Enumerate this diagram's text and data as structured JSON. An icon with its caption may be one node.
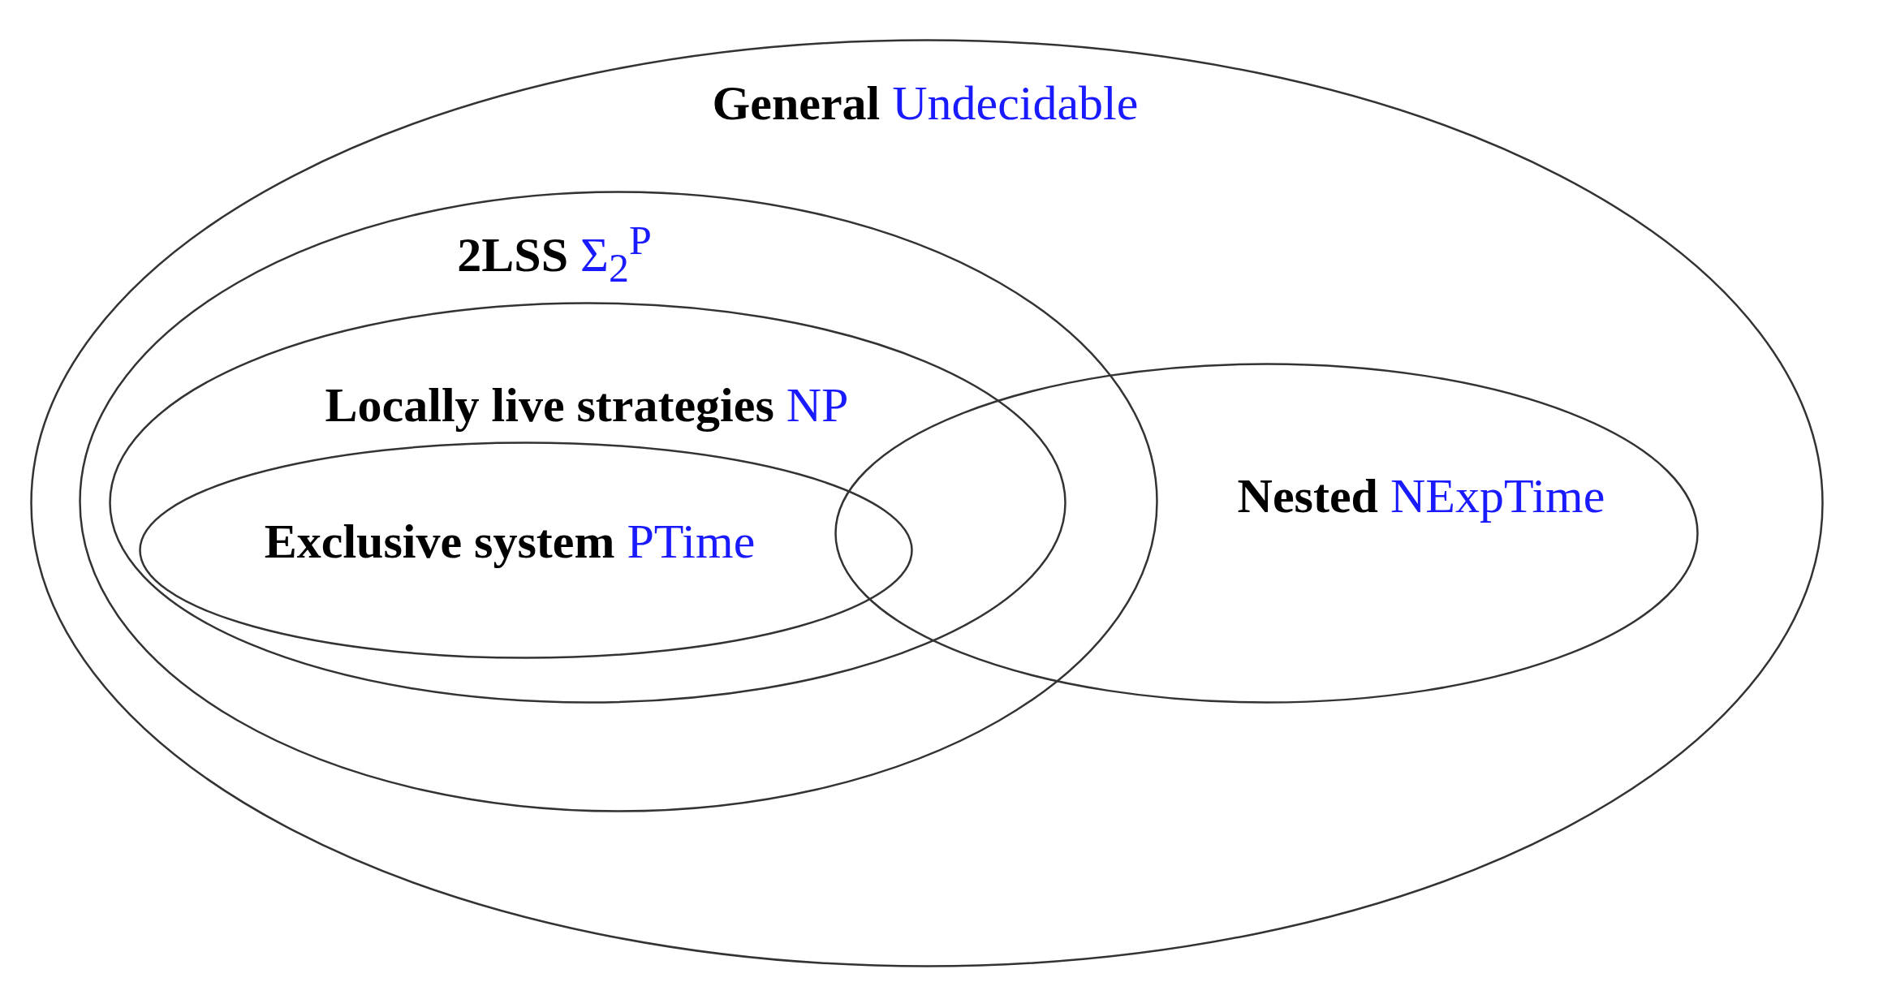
{
  "diagram": {
    "nodes": [
      {
        "text": [
          "General",
          "Undecidable"
        ]
      },
      {
        "text": [
          "2LSS",
          "Σ$_{2}$$^{P}$"
        ],
        "in": 0
      },
      {
        "text": [
          "Locally live strategies",
          "NP"
        ],
        "in": 1
      },
      {
        "text": [
          "Exclusive system",
          "PTime"
        ],
        "in": 2
      },
      {
        "text": [
          "Nested",
          "NExpTime"
        ],
        "in": 0
      }
    ]
  }
}
